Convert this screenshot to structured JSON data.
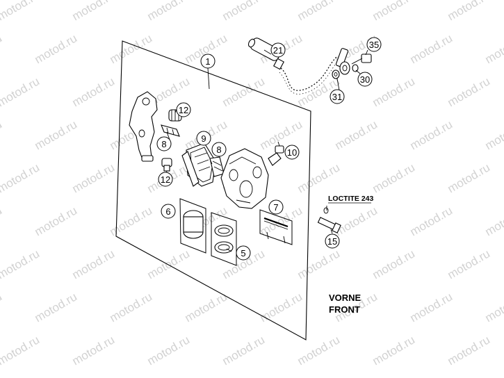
{
  "watermark": {
    "text": "motod.ru",
    "color": "#d2d2d2"
  },
  "callouts": [
    {
      "id": "p1",
      "number": "1"
    },
    {
      "id": "p21",
      "number": "21"
    },
    {
      "id": "p35",
      "number": "35"
    },
    {
      "id": "p30",
      "number": "30"
    },
    {
      "id": "p31",
      "number": "31"
    },
    {
      "id": "p12a",
      "number": "12"
    },
    {
      "id": "p8a",
      "number": "8"
    },
    {
      "id": "p9",
      "number": "9"
    },
    {
      "id": "p8b",
      "number": "8"
    },
    {
      "id": "p10",
      "number": "10"
    },
    {
      "id": "p12b",
      "number": "12"
    },
    {
      "id": "p6",
      "number": "6"
    },
    {
      "id": "p7",
      "number": "7"
    },
    {
      "id": "p5",
      "number": "5"
    },
    {
      "id": "p15",
      "number": "15"
    }
  ],
  "labels": {
    "loctite": "LOCTITE 243",
    "vorne": "VORNE",
    "front": "FRONT"
  }
}
